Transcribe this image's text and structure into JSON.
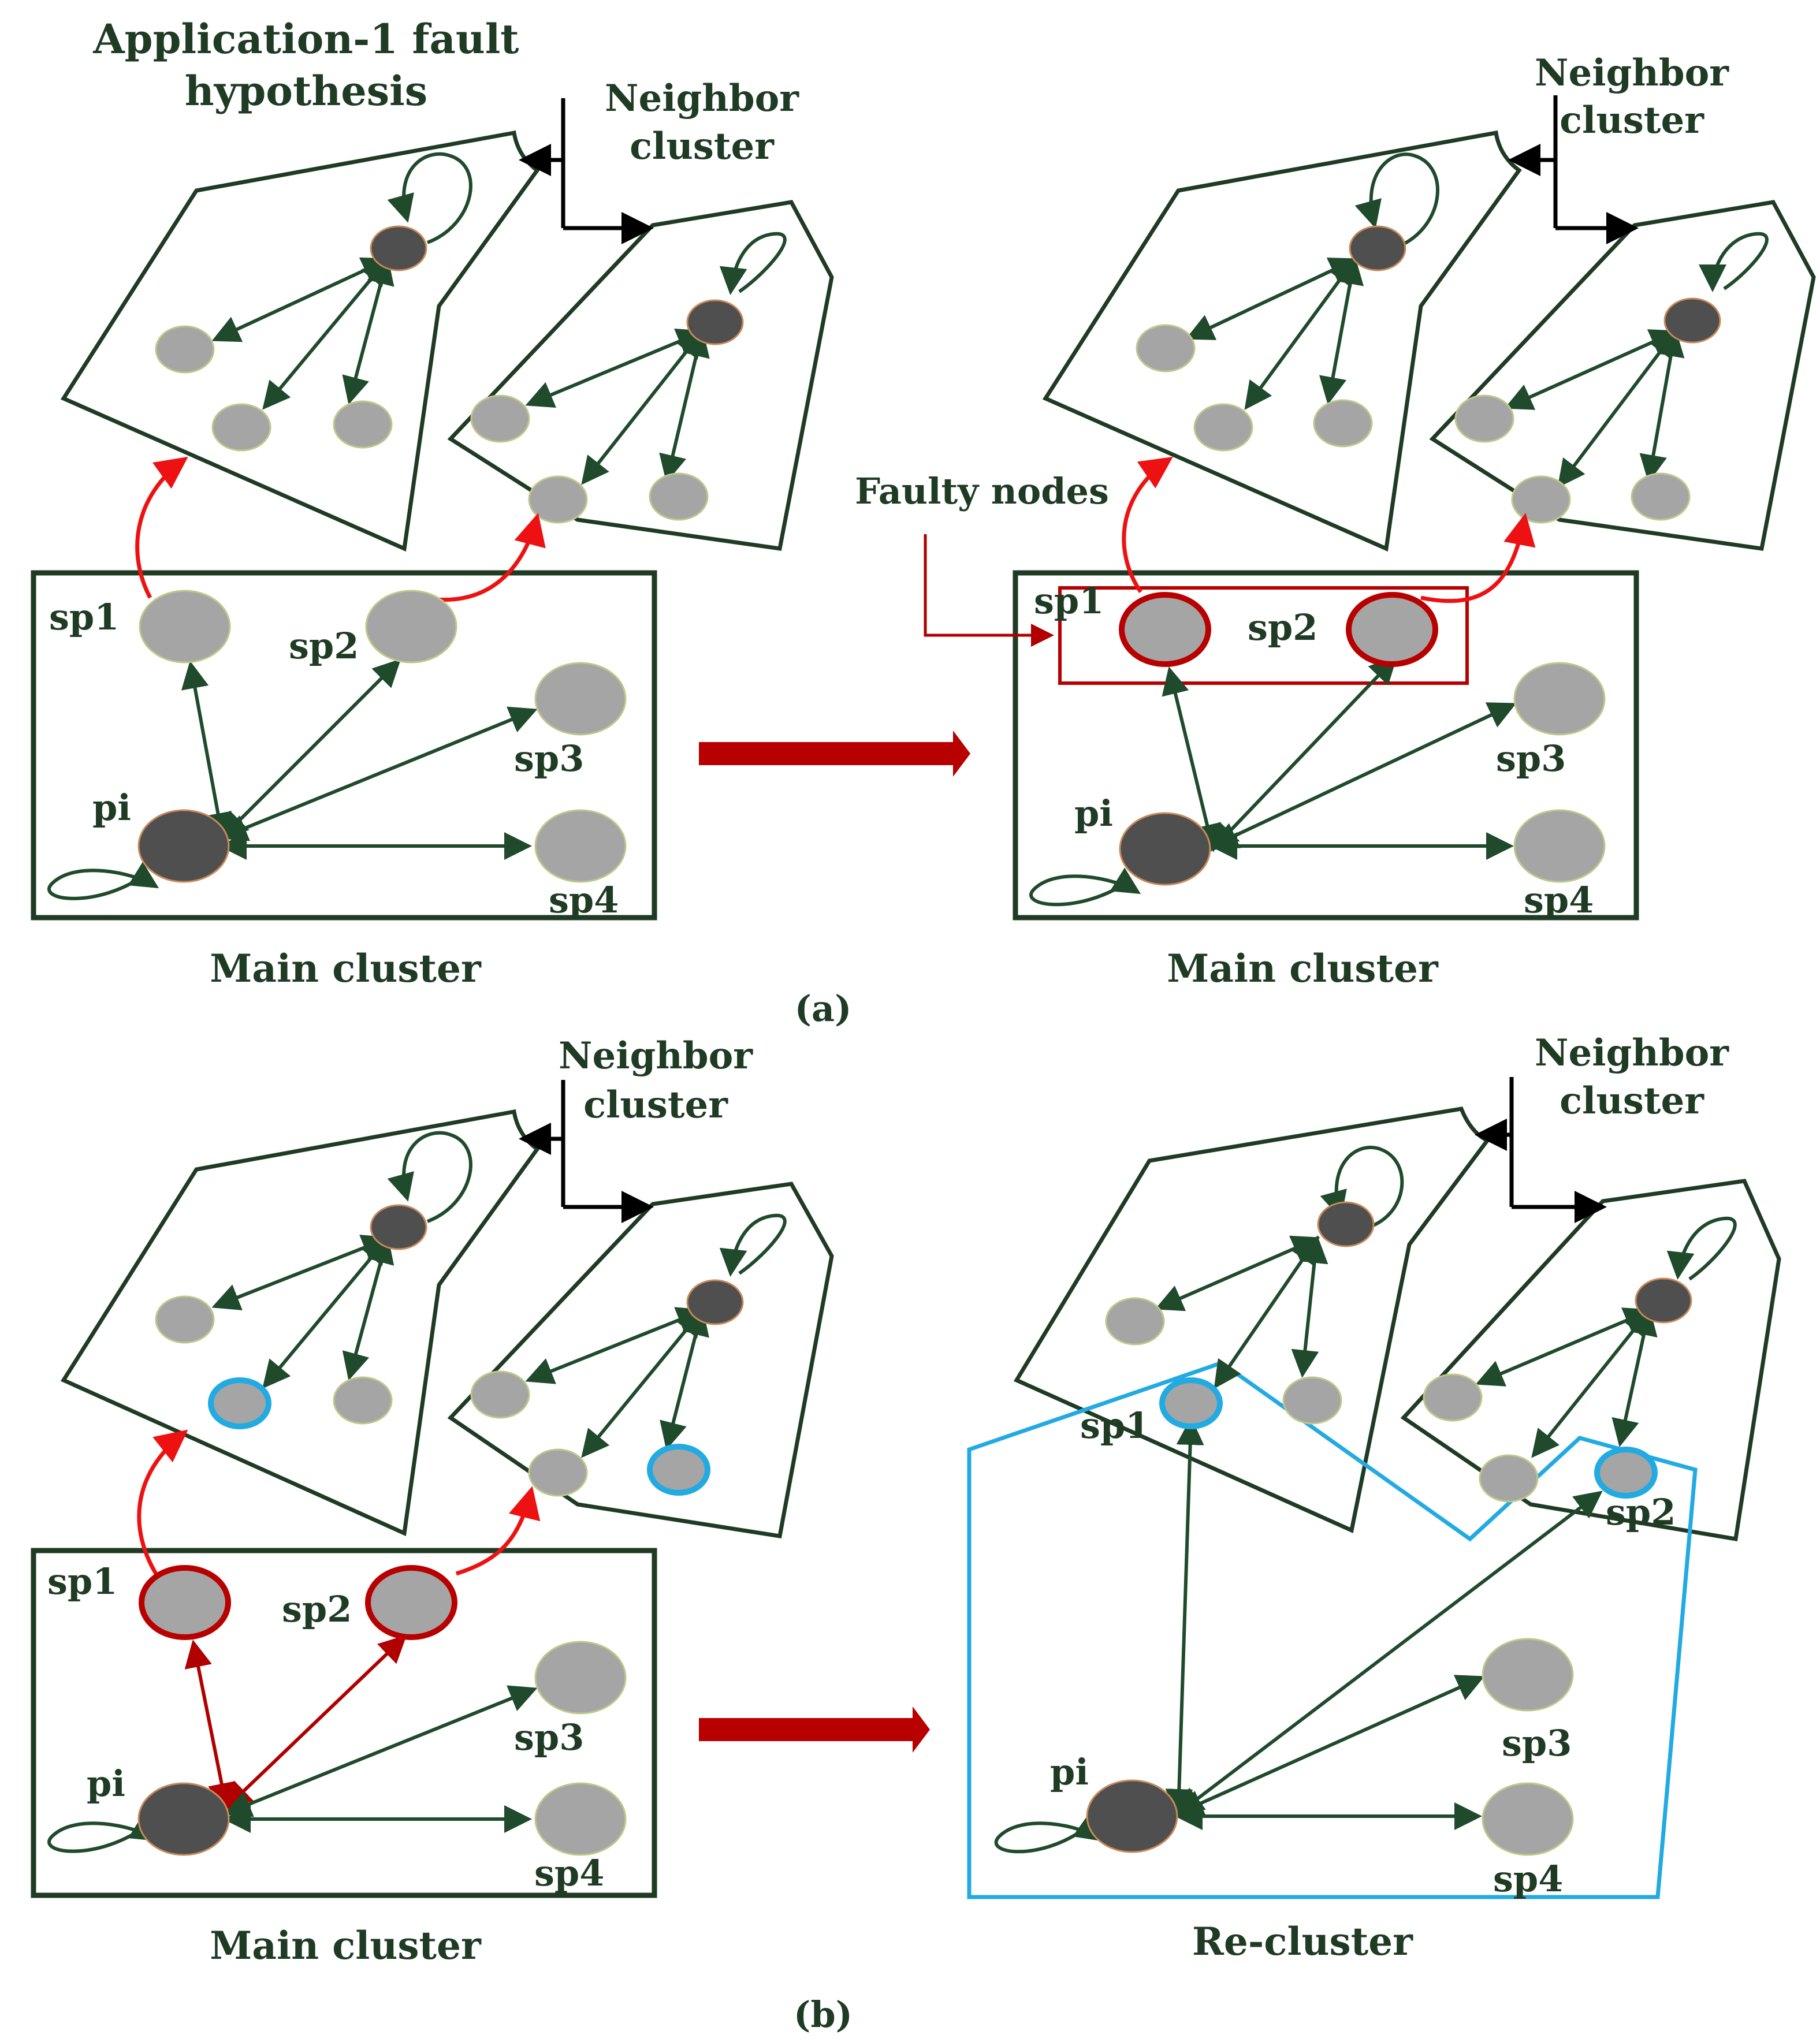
{
  "texts": {
    "hypothesis_line1": "Application-1 fault",
    "hypothesis_line2": "hypothesis",
    "neighbor_line1": "Neighbor",
    "neighbor_line2": "cluster",
    "faulty_nodes": "Faulty nodes",
    "main_cluster": "Main cluster",
    "re_cluster": "Re-cluster",
    "label_a": "(a)",
    "label_b": "(b)",
    "sp1": "sp1",
    "sp2": "sp2",
    "sp3": "sp3",
    "sp4": "sp4",
    "pi": "pi"
  },
  "colors": {
    "cluster_outline": "#1f3b24",
    "arrow": "#1f4a2b",
    "node_dark": "#4f4f4f",
    "node_light": "#a5a5a5",
    "faulty_outline": "#b00000",
    "new_node_outline": "#22aae2",
    "recluster_outline": "#22aae2",
    "migration_arrow": "#ee1111",
    "transition_arrow": "#b80000",
    "pointer": "#000000",
    "text": "#1f3b24"
  }
}
